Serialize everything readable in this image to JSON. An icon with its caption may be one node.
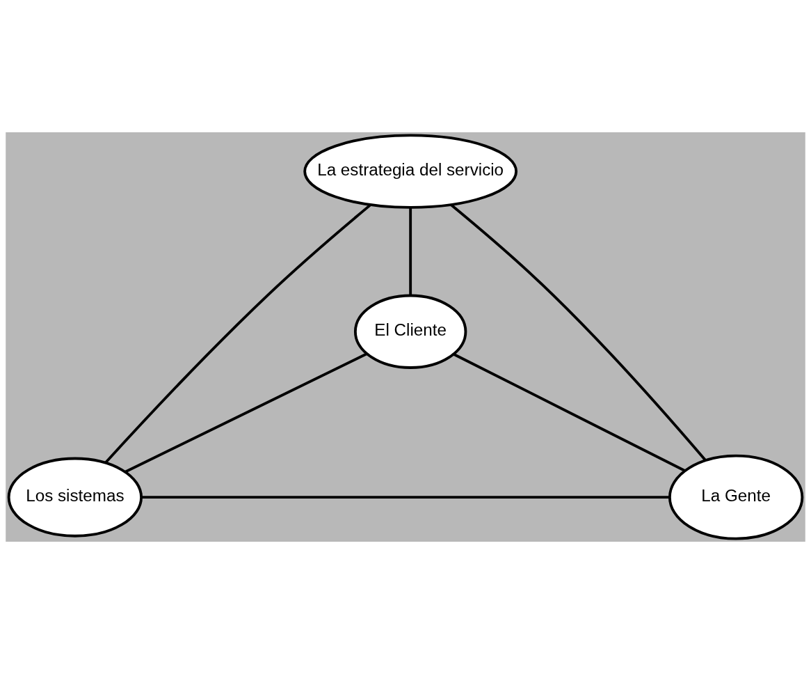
{
  "diagram": {
    "nodes": [
      {
        "text": [
          "La estrategia del servicio"
        ]
      },
      {
        "text": [
          "El Cliente"
        ]
      },
      {
        "text": [
          "Los sistemas"
        ]
      },
      {
        "text": [
          "La Gente"
        ]
      }
    ],
    "edges": [
      {
        "from": 0,
        "to": 1,
        "arrow": "none"
      },
      {
        "from": 0,
        "to": 2,
        "arrow": "none"
      },
      {
        "from": 0,
        "to": 3,
        "arrow": "none"
      },
      {
        "from": 1,
        "to": 2,
        "arrow": "none"
      },
      {
        "from": 1,
        "to": 3,
        "arrow": "none"
      },
      {
        "from": 2,
        "to": 3,
        "arrow": "none"
      }
    ]
  }
}
